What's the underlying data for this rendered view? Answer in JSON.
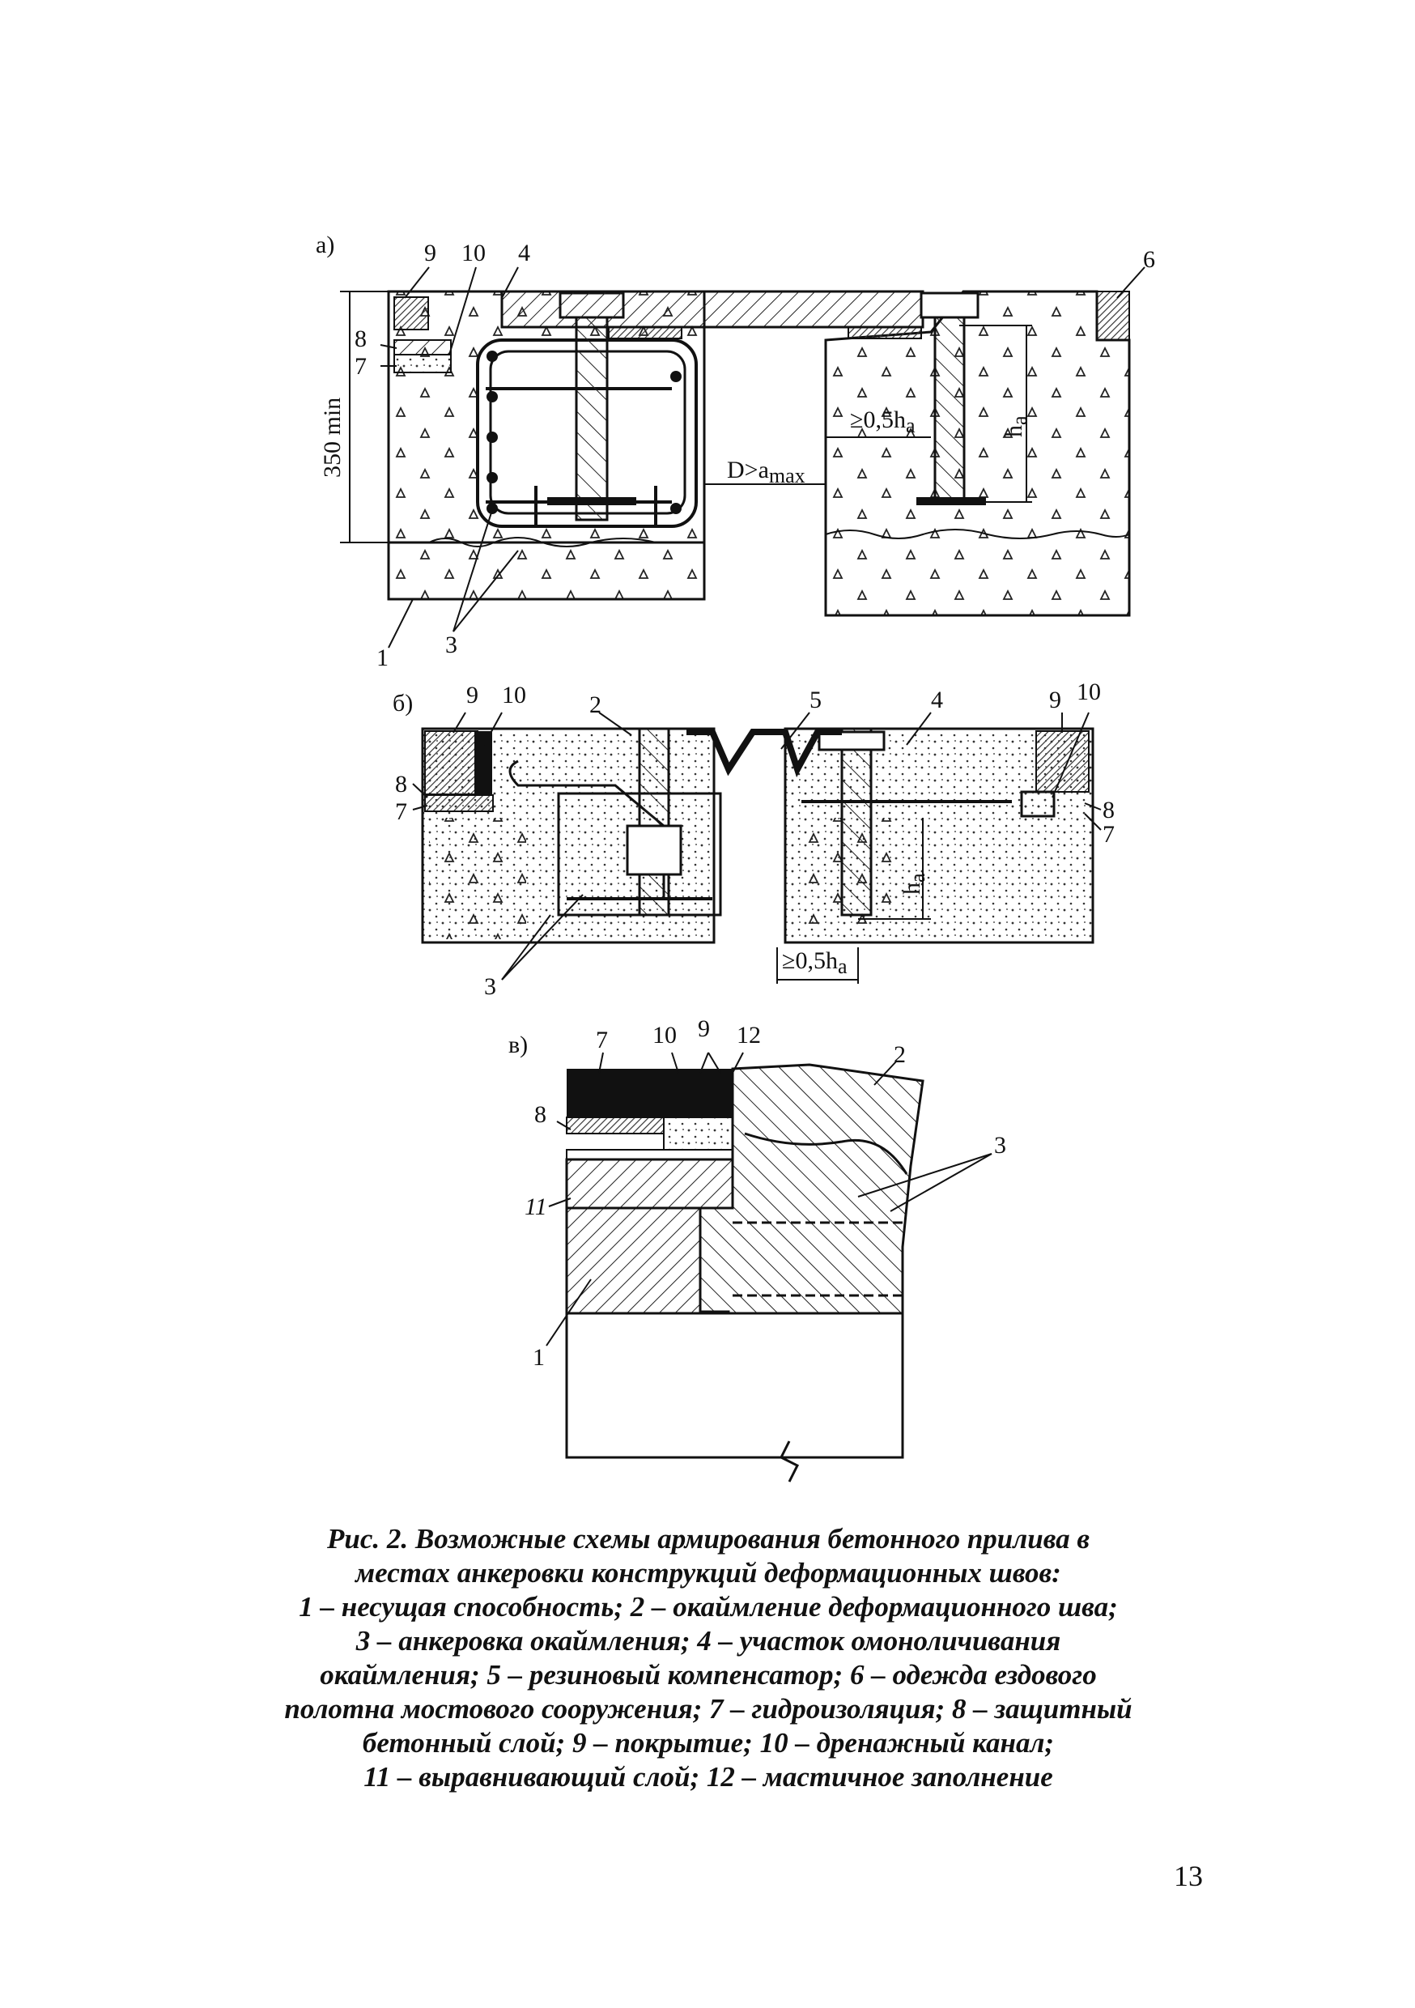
{
  "figure": {
    "a": {
      "panel_letter": "а)",
      "callouts": [
        "9",
        "10",
        "4",
        "6",
        "8",
        "7",
        "1",
        "3"
      ],
      "dim_height": "350 min",
      "dim_gap": "D>a",
      "dim_gap_sub": "max",
      "dim_half": "≥0,5h",
      "dim_half_sub": "a",
      "dim_anchor": "h",
      "dim_anchor_sub": "a"
    },
    "b": {
      "panel_letter": "б)",
      "callouts": [
        "9",
        "10",
        "2",
        "5",
        "4",
        "9",
        "10",
        "8",
        "7",
        "8",
        "7",
        "3"
      ],
      "dim_anchor": "h",
      "dim_anchor_sub": "a",
      "dim_half": "≥0,5h",
      "dim_half_sub": "a"
    },
    "c": {
      "panel_letter": "в)",
      "callouts": [
        "7",
        "10",
        "9",
        "12",
        "2",
        "8",
        "3",
        "11",
        "1"
      ]
    }
  },
  "caption": {
    "lines": [
      "Рис. 2.  Возможные схемы армирования бетонного прилива в",
      "местах анкеровки конструкций деформационных швов:",
      "1 – несущая способность; 2 – окаймление деформационного шва;",
      "3 – анкеровка окаймления; 4 – участок омоноличивания",
      "окаймления; 5 – резиновый компенсатор; 6 – одежда ездового",
      "полотна мостового сооружения; 7 – гидроизоляция; 8 – защитный",
      "бетонный слой; 9 – покрытие; 10 – дренажный канал;",
      "11 – выравнивающий слой; 12 – мастичное заполнение"
    ]
  },
  "page_number": "13"
}
